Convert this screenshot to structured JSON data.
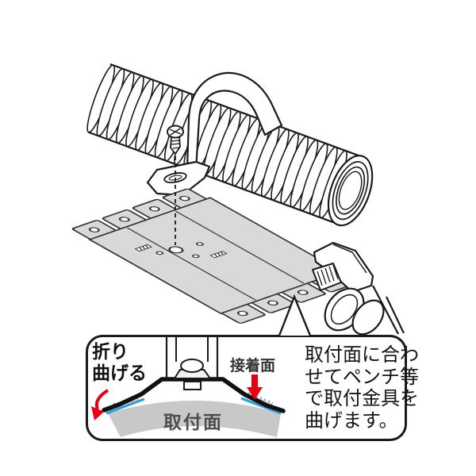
{
  "callout": {
    "fold_label": {
      "line1": "折り",
      "line2": "曲げる"
    },
    "adhesive_surface_label": "接着面",
    "mounting_surface_label": "取付面",
    "instruction_lines": [
      "取付面に合わ",
      "せてペンチ等",
      "で取付金具を",
      "曲げます。"
    ]
  },
  "icons": {
    "corrugated_pipe": "corrugated-pipe",
    "saddle_clamp": "saddle-clamp",
    "screw": "mounting-screw",
    "mounting_plate": "bendable-mounting-plate",
    "pliers": "pliers",
    "bend_arrow": "red-bend-arrow",
    "adhesive_arrow": "red-down-arrow"
  },
  "colors": {
    "accent_red": "#e60012",
    "adhesive_blue": "#2e9fd4",
    "surface_gray": "#c8c8c8",
    "plate_gray": "#d9d9d9",
    "outline": "#1a1a1a",
    "label_gray": "#4d4d4d"
  }
}
